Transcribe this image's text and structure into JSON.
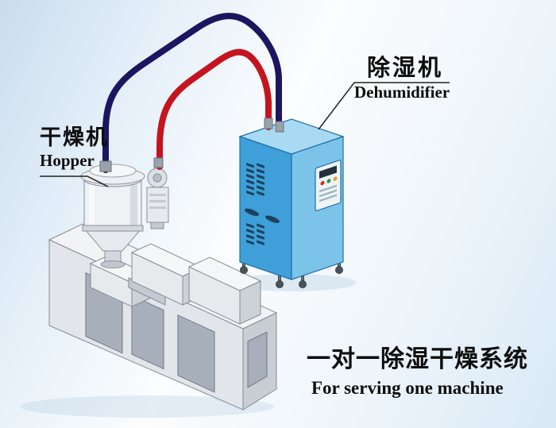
{
  "labels": {
    "hopper_cn": "干燥机",
    "hopper_en": "Hopper",
    "dehumidifier_cn": "除湿机",
    "dehumidifier_en": "Dehumidifier"
  },
  "caption": {
    "cn": "一对一除湿干燥系统",
    "en": "For serving one machine"
  },
  "colors": {
    "hose_dry_air": "#1c1660",
    "hose_return_air": "#c41420",
    "cabinet_front": "#3f9fd8",
    "cabinet_side": "#7cc3ea",
    "cabinet_top": "#a9daf4",
    "background_blue": "#cfe2f2"
  }
}
